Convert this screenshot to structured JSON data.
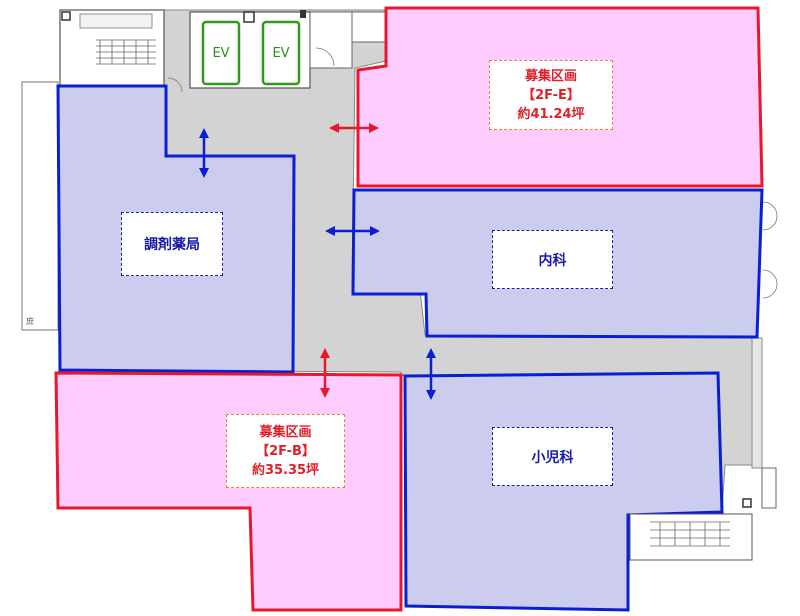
{
  "elevators": {
    "left_label": "EV",
    "right_label": "EV"
  },
  "rooms": {
    "vacancy_e": {
      "line1": "募集区画",
      "line2": "【2F-E】",
      "line3": "約41.24坪"
    },
    "vacancy_b": {
      "line1": "募集区画",
      "line2": "【2F-B】",
      "line3": "約35.35坪"
    },
    "pharmacy": {
      "label": "調剤薬局"
    },
    "internal_medicine": {
      "label": "内科"
    },
    "pediatrics": {
      "label": "小児科"
    }
  },
  "colors": {
    "corridor": "#d3d3d3",
    "vacancy_fill": "#ffccff",
    "vacancy_border": "#e8172b",
    "tenant_fill": "#ccccee",
    "tenant_border": "#0a1fd1",
    "ev_border": "#2e9a1a"
  }
}
